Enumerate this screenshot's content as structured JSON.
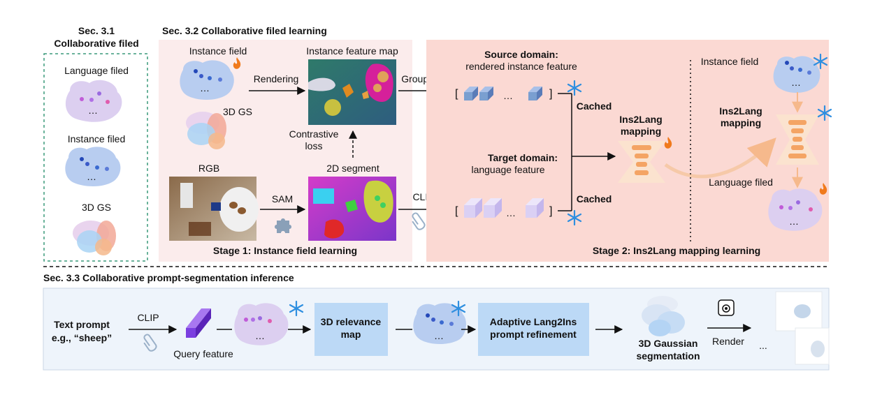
{
  "sec31": {
    "title_line1": "Sec. 3.1",
    "title_line2": "Collaborative filed",
    "language_label": "Language filed",
    "instance_label": "Instance filed",
    "gs_label": "3D GS"
  },
  "sec32": {
    "title": "Sec. 3.2 Collaborative filed learning",
    "instance_field": "Instance field",
    "instance_feature_map": "Instance feature map",
    "rendering": "Rendering",
    "gs_label": "3D GS",
    "contrastive_line1": "Contrastive",
    "contrastive_line2": "loss",
    "rgb": "RGB",
    "segment_2d": "2D segment",
    "sam": "SAM",
    "stage1": "Stage 1: Instance field learning"
  },
  "stage2": {
    "grouping": "Grouping",
    "clip": "CLIP",
    "source_line1": "Source domain:",
    "source_line2": "rendered instance feature",
    "target_line1": "Target domain:",
    "target_line2": "language feature",
    "cached_top": "Cached",
    "cached_bottom": "Cached",
    "ins2lang_line1": "Ins2Lang",
    "ins2lang_line2": "mapping",
    "instance_field": "Instance field",
    "right_ins2lang_line1": "Ins2Lang",
    "right_ins2lang_line2": "mapping",
    "language_filed": "Language filed",
    "title": "Stage 2:  Ins2Lang mapping learning",
    "dots": "..."
  },
  "sec33": {
    "title": "Sec. 3.3 Collaborative prompt-segmentation inference",
    "text_prompt_line1": "Text prompt",
    "text_prompt_line2": "e.g., “sheep”",
    "clip": "CLIP",
    "query_feature": "Query feature",
    "relevance_line1": "3D relevance",
    "relevance_line2": "map",
    "adaptive_line1": "Adaptive Lang2Ins",
    "adaptive_line2": "prompt refinement",
    "gaussian_line1": "3D Gaussian",
    "gaussian_line2": "segmentation",
    "render": "Render",
    "dots": "..."
  },
  "colors": {
    "stage1_bg": "#fbecec",
    "stage2_bg": "#fbd9d3",
    "inference_bg": "#eef4fb",
    "instance_blob": "#b8cdf0",
    "language_blob": "#dccff0",
    "snowflake": "#2f8fe0",
    "flame": "#f07a1c",
    "query_cube": "#7b3fe0",
    "box_blue": "#bcd9f6"
  }
}
